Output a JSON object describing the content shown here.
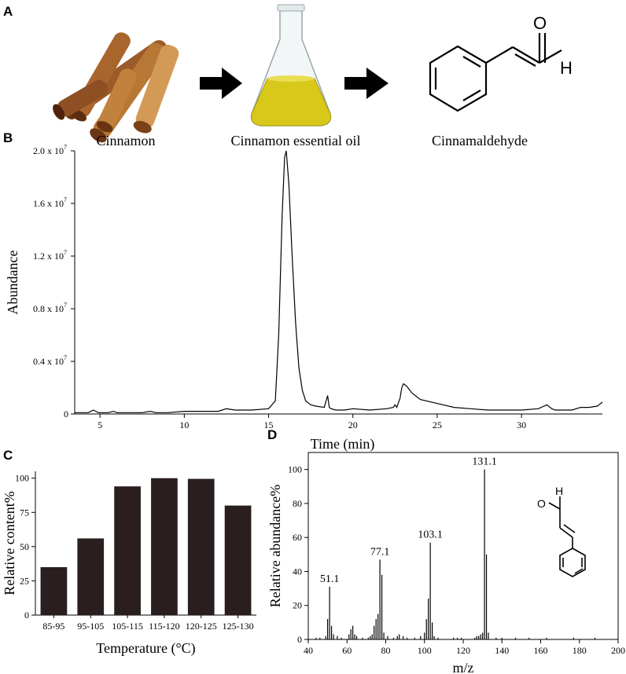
{
  "panels": {
    "a": "A",
    "b": "B",
    "c": "C",
    "d": "D"
  },
  "panel_a": {
    "captions": [
      "Cinnamon",
      "Cinnamon essential oil",
      "Cinnamaldehyde"
    ],
    "molecule_atoms": {
      "o": "O",
      "h": "H"
    }
  },
  "colors": {
    "bar_fill": "#2b1e1e",
    "line": "#000000",
    "stick_bg": "#c79a5a",
    "oil": "#d8c81a"
  },
  "chart_data": [
    {
      "panel": "B",
      "type": "line",
      "xlabel": "Time (min)",
      "ylabel": "Abundance",
      "xlim": [
        3.5,
        34.8
      ],
      "ylim": [
        0,
        2.0
      ],
      "y_multiplier_label": "x 10",
      "y_exponent": "7",
      "xticks": [
        5,
        10,
        15,
        20,
        25,
        30
      ],
      "yticks": [
        0,
        0.4,
        0.8,
        1.2,
        1.6,
        2.0
      ],
      "ytick_labels": [
        "0",
        "0.4",
        "0.8",
        "1.2",
        "1.6",
        "2.0"
      ],
      "x": [
        3.5,
        4.3,
        4.6,
        4.9,
        5.5,
        5.8,
        6.0,
        6.5,
        7.5,
        8.0,
        8.3,
        9.0,
        10.0,
        11.0,
        12.0,
        12.5,
        13.0,
        14.0,
        15.0,
        15.4,
        15.6,
        15.8,
        15.95,
        16.05,
        16.2,
        16.4,
        16.6,
        16.8,
        17.0,
        17.2,
        17.5,
        17.8,
        18.3,
        18.5,
        18.6,
        18.7,
        19.0,
        19.5,
        20.0,
        21.0,
        22.0,
        22.4,
        22.5,
        22.6,
        22.8,
        22.9,
        23.0,
        23.2,
        23.5,
        24.0,
        25.0,
        26.0,
        27.0,
        28.0,
        29.0,
        30.0,
        31.0,
        31.5,
        31.8,
        32.0,
        33.0,
        33.5,
        34.0,
        34.5,
        34.8
      ],
      "y": [
        0.01,
        0.01,
        0.03,
        0.01,
        0.01,
        0.02,
        0.01,
        0.01,
        0.01,
        0.02,
        0.01,
        0.01,
        0.02,
        0.02,
        0.02,
        0.04,
        0.03,
        0.03,
        0.04,
        0.1,
        0.6,
        1.5,
        1.95,
        2.0,
        1.75,
        1.2,
        0.7,
        0.35,
        0.18,
        0.1,
        0.07,
        0.06,
        0.05,
        0.14,
        0.05,
        0.04,
        0.03,
        0.03,
        0.04,
        0.03,
        0.04,
        0.05,
        0.07,
        0.05,
        0.12,
        0.2,
        0.23,
        0.21,
        0.16,
        0.11,
        0.08,
        0.05,
        0.04,
        0.03,
        0.03,
        0.03,
        0.04,
        0.07,
        0.04,
        0.03,
        0.03,
        0.05,
        0.05,
        0.06,
        0.09
      ]
    },
    {
      "panel": "C",
      "type": "bar",
      "categories": [
        "85-95",
        "95-105",
        "105-115",
        "115-120",
        "120-125",
        "125-130"
      ],
      "values": [
        35,
        56,
        94,
        100,
        99.5,
        80
      ],
      "xlabel": "Temperature (°C)",
      "ylabel": "Relative content%",
      "ylim": [
        0,
        105
      ],
      "yticks": [
        0,
        25,
        50,
        75,
        100
      ]
    },
    {
      "panel": "D",
      "type": "bar",
      "subtype": "mass-spectrum",
      "xlabel": "m/z",
      "ylabel": "Relative abundance%",
      "xlim": [
        40,
        200
      ],
      "ylim": [
        0,
        110
      ],
      "xticks": [
        40,
        60,
        80,
        100,
        120,
        140,
        160,
        180,
        200
      ],
      "yticks": [
        0,
        20,
        40,
        60,
        80,
        100
      ],
      "x": [
        44,
        46,
        49,
        50,
        51,
        52,
        53,
        55,
        57,
        61,
        62,
        63,
        64,
        65,
        68,
        71,
        72,
        73,
        74,
        75,
        76,
        77,
        78,
        79,
        81,
        84,
        86,
        87,
        89,
        91,
        95,
        98,
        100,
        101,
        102,
        103,
        104,
        105,
        107,
        115,
        117,
        119,
        126,
        127,
        128,
        129,
        130,
        131,
        132,
        133,
        137,
        140,
        147,
        154,
        163,
        177,
        188
      ],
      "y": [
        1,
        1,
        2,
        12,
        31,
        8,
        3,
        2,
        1,
        3,
        6,
        8,
        3,
        2,
        1,
        1,
        2,
        3,
        8,
        12,
        15,
        47,
        38,
        4,
        2,
        1,
        2,
        3,
        2,
        1,
        1,
        2,
        4,
        12,
        24,
        57,
        10,
        2,
        1,
        1,
        1,
        1,
        1,
        2,
        2,
        3,
        4,
        100,
        50,
        4,
        1,
        1,
        1,
        1,
        1,
        1,
        1
      ],
      "peak_labels": [
        {
          "x": 51,
          "y": 31,
          "text": "51.1"
        },
        {
          "x": 77,
          "y": 47,
          "text": "77.1"
        },
        {
          "x": 103,
          "y": 57,
          "text": "103.1"
        },
        {
          "x": 131,
          "y": 100,
          "text": "131.1"
        }
      ]
    }
  ]
}
